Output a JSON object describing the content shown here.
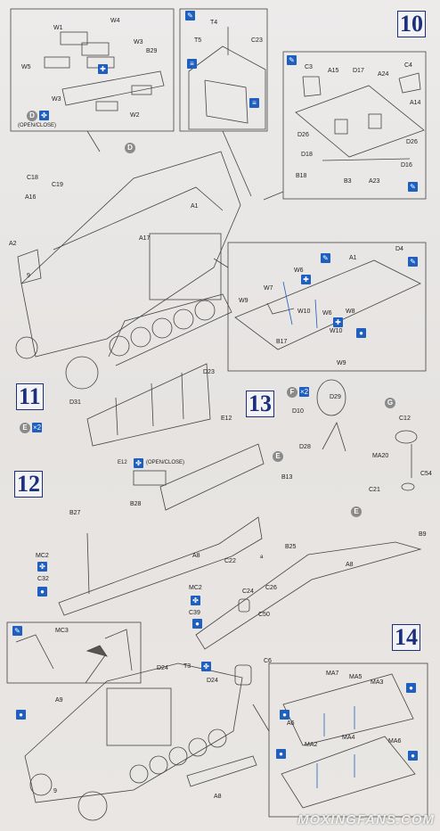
{
  "steps": {
    "s10": "10",
    "s11": "11",
    "s12": "12",
    "s13": "13",
    "s14": "14"
  },
  "callouts": {
    "d_open_close": "(OPEN/CLOSE)",
    "e12_open_close": "(OPEN/CLOSE)",
    "d_letter": "D",
    "e_letter": "E",
    "f_letter": "F",
    "g_letter": "G",
    "e_small": "E",
    "e_small2": "E",
    "a_small": "a"
  },
  "labels": {
    "w1": "W1",
    "w4": "W4",
    "w3": "W3",
    "b29": "B29",
    "w5": "W5",
    "w3b": "W3",
    "w2": "W2",
    "t4": "T4",
    "t5": "T5",
    "c23": "C23",
    "c3": "C3",
    "a15": "A15",
    "d17": "D17",
    "a24": "A24",
    "c4": "C4",
    "a14": "A14",
    "d26": "D26",
    "d26b": "D26",
    "d18": "D18",
    "d16": "D16",
    "b18": "B18",
    "b3": "B3",
    "a23": "A23",
    "c18": "C18",
    "c19": "C19",
    "a16": "A16",
    "a1": "A1",
    "a17": "A17",
    "a2": "A2",
    "nine": "9",
    "d4": "D4",
    "a1b": "A1",
    "w6": "W6",
    "w7": "W7",
    "w9": "W9",
    "w10": "W10",
    "w6b": "W6",
    "w8": "W8",
    "w10b": "W10",
    "b17": "B17",
    "w9b": "W9",
    "d23": "D23",
    "d31": "D31",
    "e12": "E12",
    "e12b": "E12",
    "d29": "D29",
    "d10": "D10",
    "d28": "D28",
    "c12": "C12",
    "ma20": "MA20",
    "c54": "C54",
    "c21": "C21",
    "b13": "B13",
    "b27": "B27",
    "b28": "B28",
    "mc2": "MC2",
    "c32": "C32",
    "a8": "A8",
    "c22": "C22",
    "c24": "C24",
    "c26": "C26",
    "c50": "C50",
    "mc2b": "MC2",
    "c39": "C39",
    "b25": "B25",
    "a8b": "A8",
    "b9": "B9",
    "c6": "C6",
    "mc3": "MC3",
    "d24": "D24",
    "t3": "T3",
    "d24b": "D24",
    "a9": "A9",
    "a8c": "A8",
    "nine_b": "9",
    "ma7": "MA7",
    "ma5": "MA5",
    "ma3": "MA3",
    "a6": "A6",
    "ma2": "MA2",
    "ma4": "MA4",
    "ma6": "MA6"
  },
  "watermark": "MOXINGFANS.COM"
}
